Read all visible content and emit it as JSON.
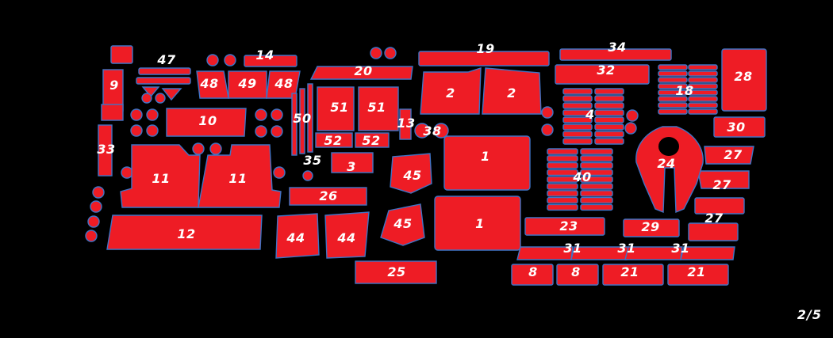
{
  "sheet": {
    "page_indicator": "2/5",
    "colors": {
      "background": "#000000",
      "part_fill": "#ee1c25",
      "part_outline": "#3f74c6",
      "label": "#ffffff"
    }
  },
  "labels": [
    "47",
    "14",
    "19",
    "34",
    "9",
    "48",
    "49",
    "48",
    "20",
    "2",
    "2",
    "32",
    "18",
    "28",
    "10",
    "50",
    "51",
    "51",
    "13",
    "38",
    "4",
    "30",
    "33",
    "52",
    "52",
    "1",
    "24",
    "27",
    "11",
    "11",
    "35",
    "3",
    "45",
    "40",
    "27",
    "26",
    "23",
    "29",
    "27",
    "12",
    "44",
    "44",
    "45",
    "1",
    "31",
    "31",
    "31",
    "25",
    "8",
    "8",
    "21",
    "21"
  ]
}
